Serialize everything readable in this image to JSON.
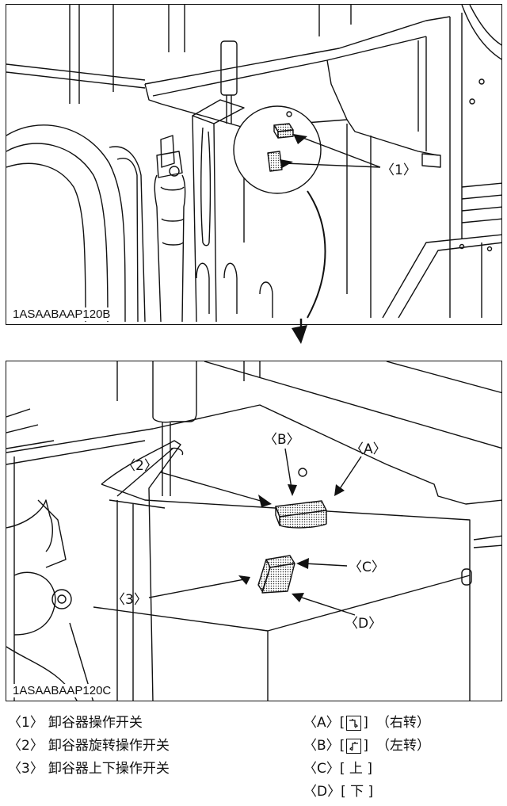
{
  "figures": {
    "top": {
      "code": "1ASAABAAP120B",
      "callout_1": "〈1〉"
    },
    "bottom": {
      "code": "1ASAABAAP120C",
      "callout_A": "〈A〉",
      "callout_B": "〈B〉",
      "callout_C": "〈C〉",
      "callout_D": "〈D〉",
      "callout_2": "〈2〉",
      "callout_3": "〈3〉"
    }
  },
  "legend_left": [
    {
      "key": "〈1〉",
      "text": "卸谷器操作开关"
    },
    {
      "key": "〈2〉",
      "text": "卸谷器旋转操作开关"
    },
    {
      "key": "〈3〉",
      "text": "卸谷器上下操作开关"
    }
  ],
  "legend_right": [
    {
      "key": "〈A〉",
      "icon": "rotate-right-icon",
      "paren": "（右转）"
    },
    {
      "key": "〈B〉",
      "icon": "rotate-left-icon",
      "paren": "（左转）"
    },
    {
      "key": "〈C〉",
      "text": "上"
    },
    {
      "key": "〈D〉",
      "text": "下"
    }
  ]
}
